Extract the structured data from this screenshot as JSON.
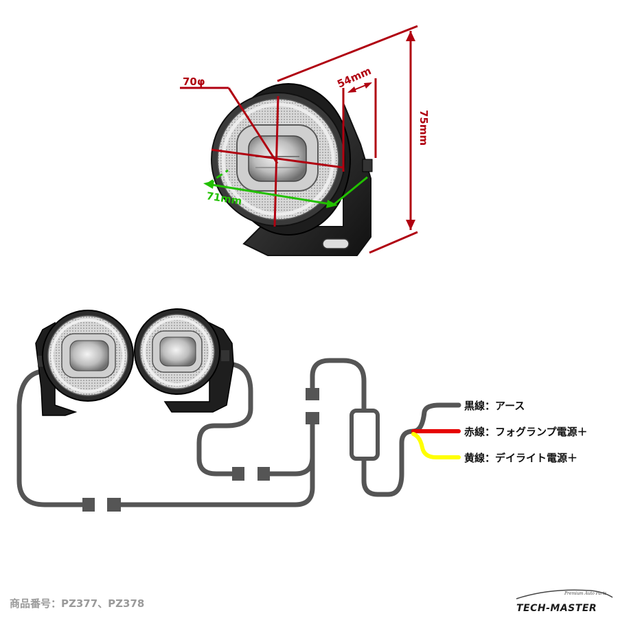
{
  "dimensions": {
    "diameter_label": "70φ",
    "depth_label": "54mm",
    "height_label": "75mm",
    "width_label": "71mm"
  },
  "wiring_legend": [
    {
      "label": "黒線：アース",
      "wire_color": "#555555"
    },
    {
      "label": "赤線：フォグランプ電源＋",
      "wire_color": "#e60000"
    },
    {
      "label": "黄線：デイライト電源＋",
      "wire_color": "#ffff00"
    }
  ],
  "product_code": "商品番号：PZ377、PZ378",
  "brand": {
    "name": "TECH-MASTER",
    "tagline": "Premium Auto Parts"
  },
  "colors": {
    "dimension_red": "#b00010",
    "dimension_green": "#22c000",
    "cable_gray": "#555555",
    "lamp_body": "#2a2a2a"
  }
}
